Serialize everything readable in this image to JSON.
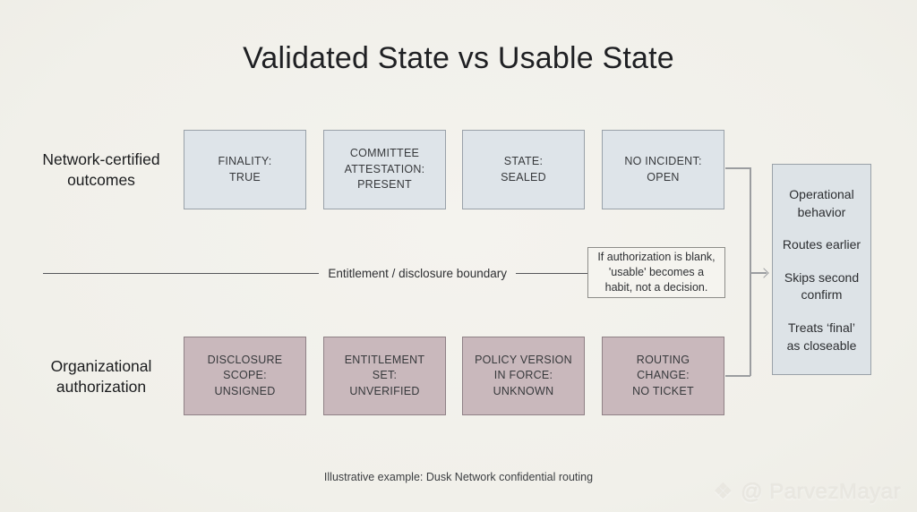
{
  "title": "Validated State vs Usable State",
  "rows": [
    {
      "label": "Network-certified\noutcomes",
      "boxes": [
        "FINALITY:\nTRUE",
        "COMMITTEE\nATTESTATION:\nPRESENT",
        "STATE:\nSEALED",
        "NO INCIDENT:\nOPEN"
      ]
    },
    {
      "label": "Organizational\nauthorization",
      "boxes": [
        "DISCLOSURE\nSCOPE:\nUNSIGNED",
        "ENTITLEMENT\nSET:\nUNVERIFIED",
        "POLICY VERSION\nIN FORCE:\nUNKNOWN",
        "ROUTING\nCHANGE:\nNO TICKET"
      ]
    }
  ],
  "boundary": {
    "label": "Entitlement / disclosure boundary"
  },
  "note": {
    "text": "If authorization is blank,\n'usable' becomes a\nhabit, not a decision."
  },
  "outcome": {
    "title": "Operational\nbehavior",
    "items": [
      "Routes earlier",
      "Skips second\nconfirm",
      "Treats ‘final’\nas closeable"
    ]
  },
  "caption": "Illustrative example: Dusk Network confidential routing",
  "watermark": {
    "icon_glyph": "❖",
    "handle": "@ ParvezMayar"
  },
  "colors": {
    "background": "#f2f1ea",
    "certified_box_fill": "#dee4e9",
    "certified_box_border": "#99a1a9",
    "authorization_box_fill": "#c9b8bc",
    "authorization_box_border": "#8f8186",
    "outcome_box_fill": "#dde3e7",
    "note_fill": "#f5f4ef",
    "boundary_line": "#55565a",
    "connector_line": "#9b9da0",
    "title_text": "#1f2023",
    "watermark_text": "#e9e7e0"
  }
}
